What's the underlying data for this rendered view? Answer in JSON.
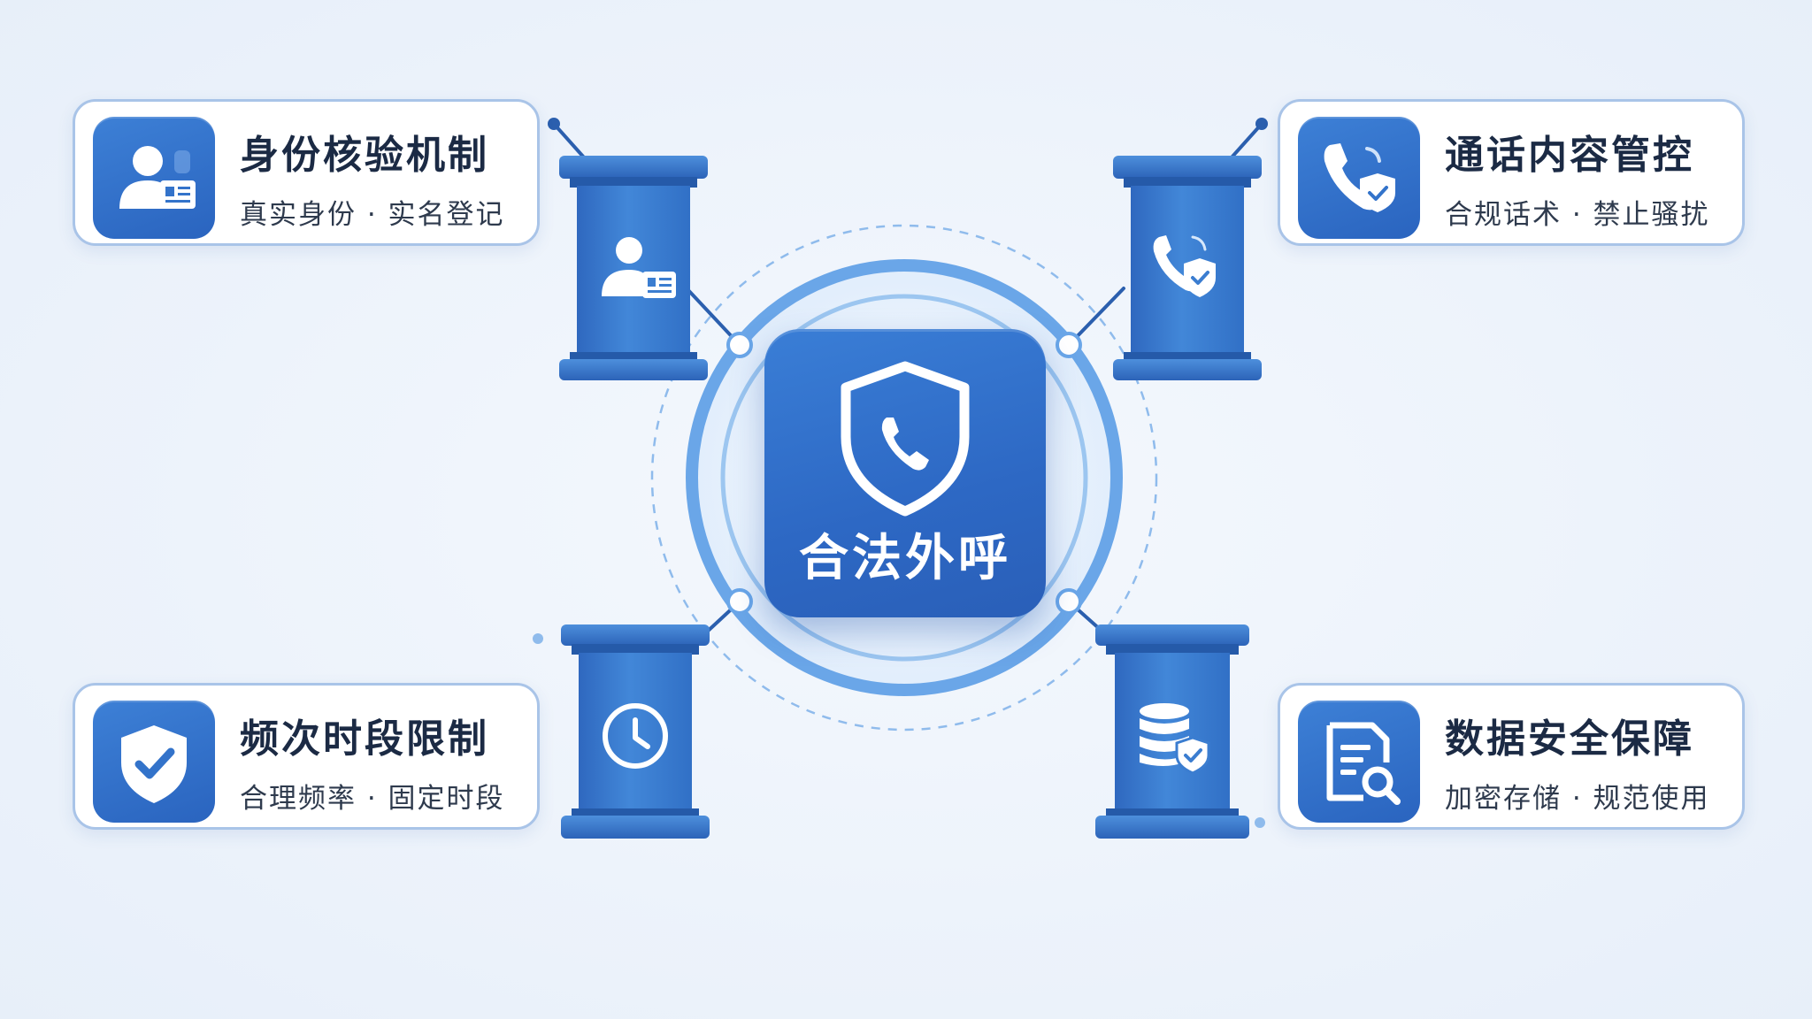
{
  "center": {
    "label": "合法外呼",
    "icon": "shield-phone-icon"
  },
  "features": [
    {
      "title": "身份核验机制",
      "subtitle": "真实身份 · 实名登记",
      "icon": "id-card-user-icon"
    },
    {
      "title": "通话内容管控",
      "subtitle": "合规话术 · 禁止骚扰",
      "icon": "phone-shield-icon"
    },
    {
      "title": "频次时段限制",
      "subtitle": "合理频率 · 固定时段",
      "icon": "shield-check-icon"
    },
    {
      "title": "数据安全保障",
      "subtitle": "加密存储 · 规范使用",
      "icon": "document-search-icon"
    }
  ],
  "pillars": [
    {
      "icon": "id-card-user-icon"
    },
    {
      "icon": "phone-shield-icon"
    },
    {
      "icon": "clock-icon"
    },
    {
      "icon": "database-shield-icon"
    }
  ],
  "colors": {
    "primary": "#2f6fca",
    "pillar": "#3b7dd0",
    "ring": "#6aa6e8",
    "card_border": "#a9c4e8",
    "title_text": "#1b2a44"
  }
}
